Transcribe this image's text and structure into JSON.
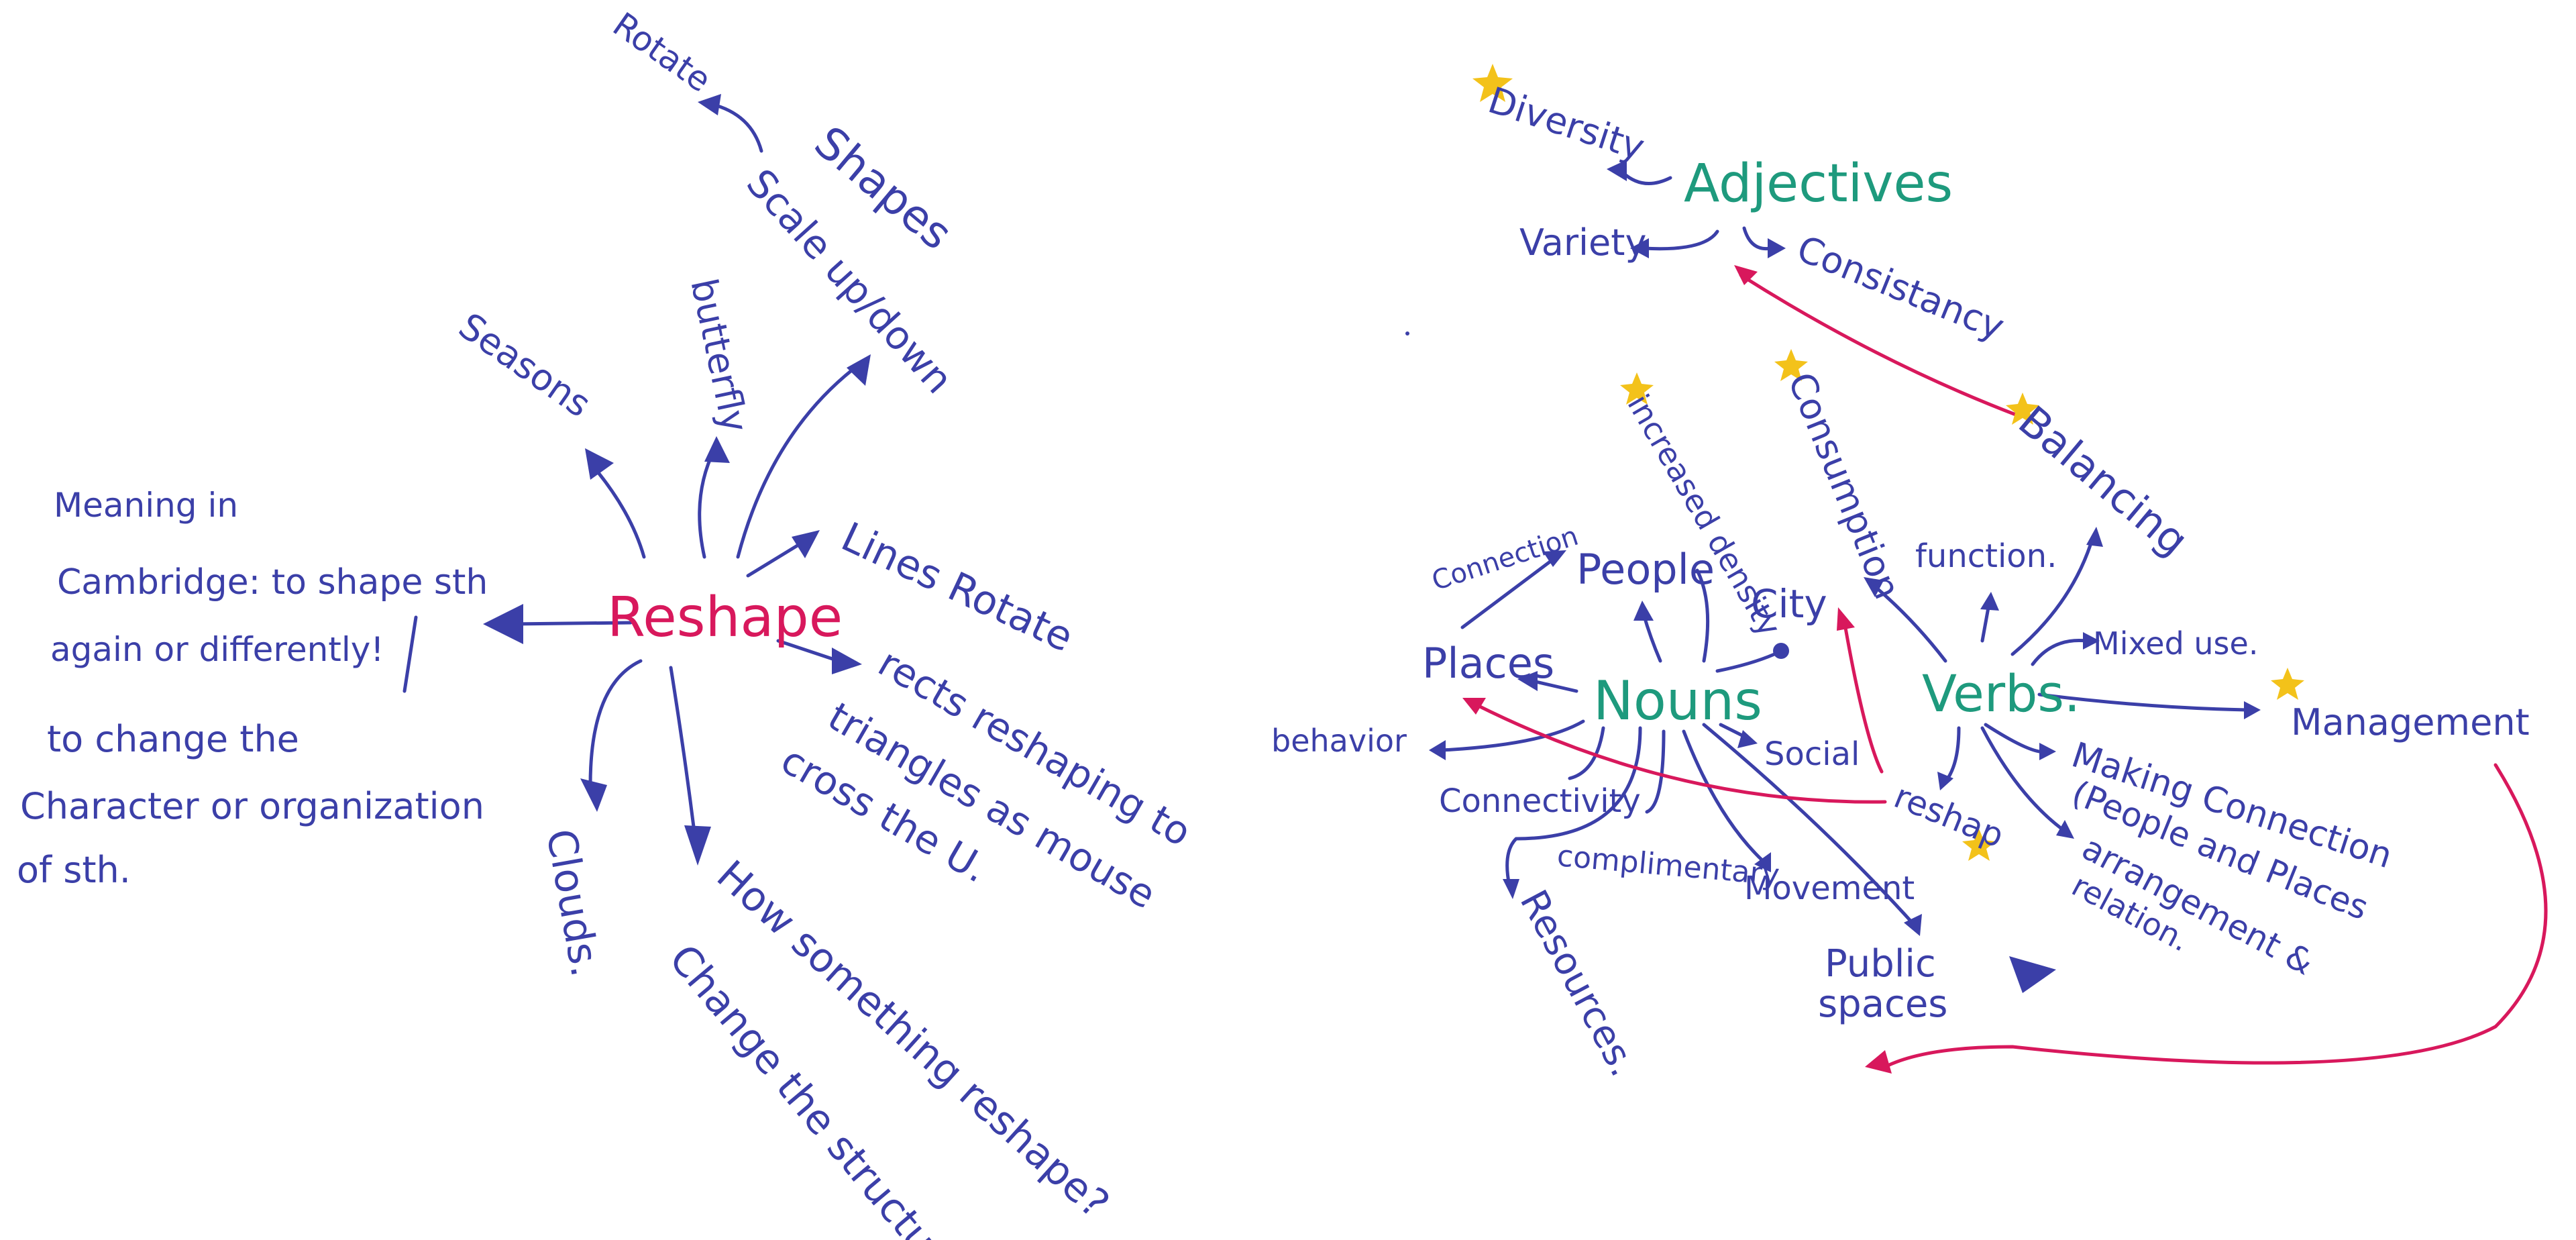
{
  "colors": {
    "ink_blue": "#3b3fa8",
    "ink_red": "#d8185c",
    "ink_green": "#1e9a7d",
    "star_yellow": "#f3c21a"
  },
  "left_map": {
    "center": "Reshape",
    "meaning_title": "Meaning in",
    "meaning_line1": "Cambridge: to shape sth",
    "meaning_line2": "again or differently!",
    "meaning_line3": "to change the",
    "meaning_line4": "Character or organization",
    "meaning_line5": "of sth.",
    "seasons": "Seasons",
    "butterfly": "butterfly",
    "shapes_title": "Shapes",
    "shapes_sub": "Scale up/down",
    "rotate": "Rotate",
    "lines_rotate": "Lines Rotate",
    "rects_line1": "rects reshaping to",
    "rects_line2": "triangles as mouse",
    "rects_line3": "cross the U.",
    "clouds": "Clouds.",
    "how_line1": "How something reshape?",
    "how_line2": "Change the structure"
  },
  "right_map": {
    "adjectives": "Adjectives",
    "diversity": "Diversity",
    "variety": "Variety",
    "consistancy": "Consistancy",
    "nouns": "Nouns",
    "verbs": "Verbs.",
    "connection_small": "Connection",
    "people": "People",
    "places": "Places",
    "behavior": "behavior",
    "connectivity": "Connectivity",
    "increased_density": "increased density",
    "city": "City",
    "social": "Social",
    "complimentary": "complimentary",
    "movement": "Movement",
    "resources": "Resources.",
    "public_line1": "Public",
    "public_line2": "spaces",
    "consumption": "Consumption",
    "function": "function.",
    "balancing": "Balancing",
    "mixed_use": "Mixed use.",
    "management": "Management",
    "making_line1": "Making Connection",
    "making_line2": "(People and Places",
    "arrangement_line1": "arrangement &",
    "arrangement_line2": "relation.",
    "reshap": "reshap"
  }
}
